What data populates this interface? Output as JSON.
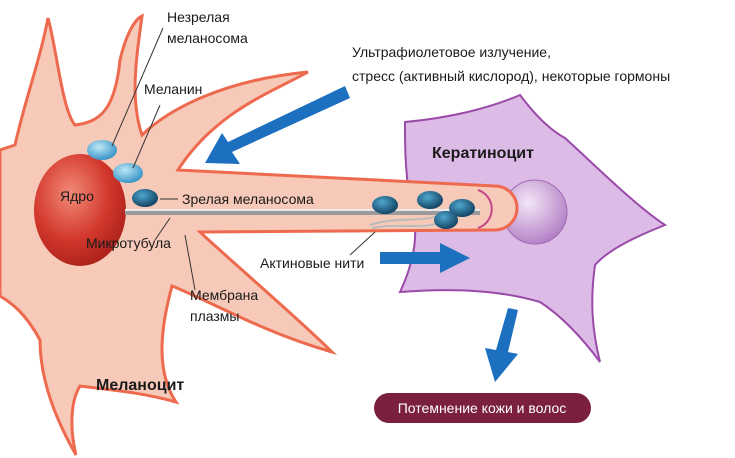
{
  "labels": {
    "immature_melanosome_1": "Незрелая",
    "immature_melanosome_2": "меланосома",
    "melanin": "Меланин",
    "uv_line1": "Ультрафиолетовое излучение,",
    "uv_line2": "стресс (активный кислород), некоторые гормоны",
    "keratinocyte": "Кератиноцит",
    "nucleus": "Ядро",
    "mature_melanosome": "Зрелая меланосома",
    "microtubule": "Микротубула",
    "actin": "Актиновые нити",
    "membrane_1": "Мембрана",
    "membrane_2": "плазмы",
    "melanocyte": "Меланоцит"
  },
  "result_button": "Потемнение кожи и волос",
  "colors": {
    "melanocyte_fill": "#f6c9b8",
    "melanocyte_stroke": "#ee6a4e",
    "nucleus": "#d2372c",
    "keratinocyte_fill": "#d9b6e4",
    "keratinocyte_stroke": "#9a4aa8",
    "arrow": "#1d6fc0",
    "melanosome": "#2d8fc4",
    "button": "#7a1f3d"
  }
}
